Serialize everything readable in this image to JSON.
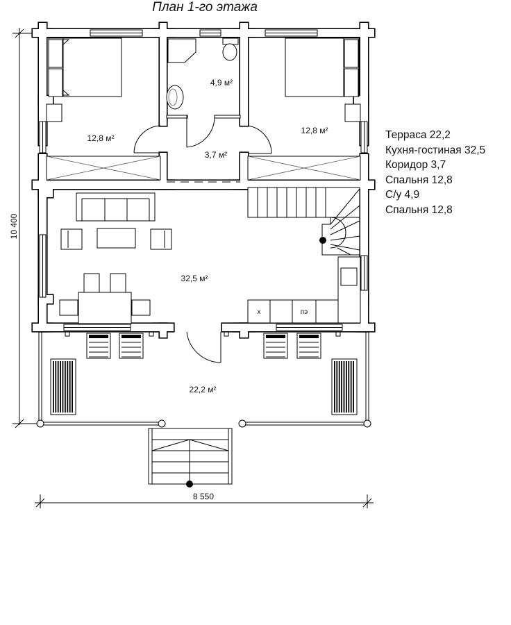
{
  "title": "План 1-го этажа",
  "rooms": {
    "bedroom_left": "12,8 м²",
    "bathroom": "4,9 м²",
    "bedroom_right": "12,8 м²",
    "corridor": "3,7 м²",
    "living_kitchen": "32,5 м²",
    "terrace": "22,2 м²"
  },
  "kitchen": {
    "fridge": "х",
    "stove": "пэ"
  },
  "dimensions": {
    "height": "10 400",
    "width": "8 550"
  },
  "legend": [
    "Терраса  22,2",
    "Кухня-гостиная  32,5",
    "Коридор  3,7",
    "Спальня  12,8",
    "С/у 4,9",
    "Спальня  12,8"
  ]
}
